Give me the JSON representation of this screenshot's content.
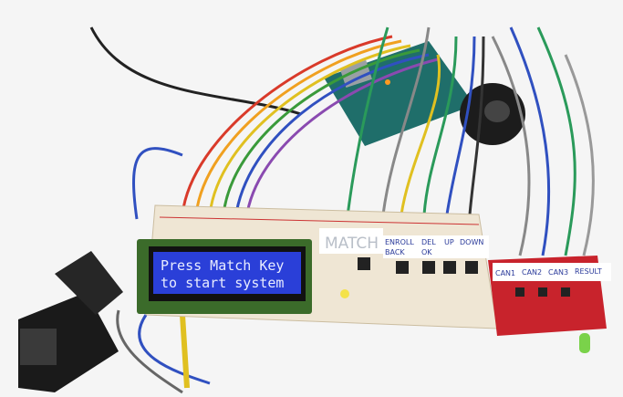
{
  "lcd": {
    "line1": "Press Match Key",
    "line2": "to start system"
  },
  "button_labels": {
    "match": "MATCH",
    "enroll_back": [
      "ENROLL",
      "BACK"
    ],
    "del_ok": [
      "DEL",
      "OK"
    ],
    "up": "UP",
    "down": "DOWN"
  },
  "candidate_labels": [
    "CAN1",
    "CAN2",
    "CAN3",
    "RESULT"
  ],
  "colors": {
    "lcd_blue": "#2a3fd8",
    "pcb_green": "#3b6b2a",
    "arduino_teal": "#1f6e6a",
    "red_board": "#c8232c"
  }
}
